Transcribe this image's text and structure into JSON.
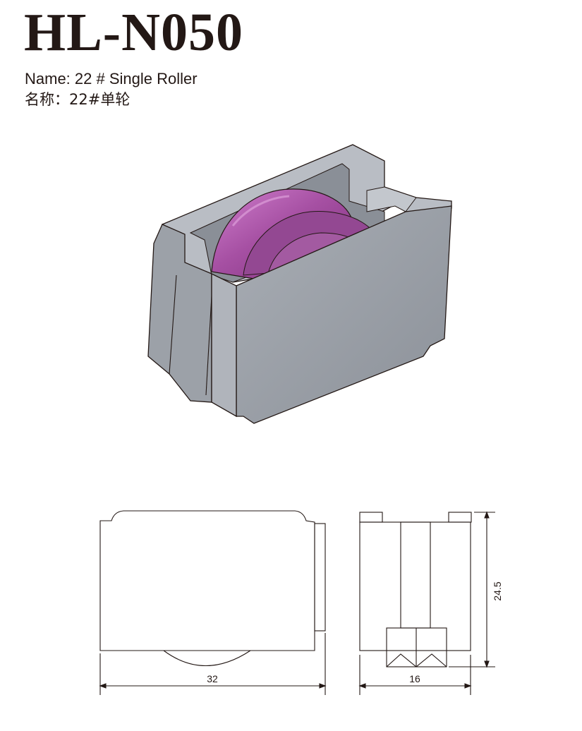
{
  "header": {
    "model": "HL-N050",
    "name_en": "Name: 22 # Single Roller",
    "name_cn": "名称：22#单轮"
  },
  "dimensions": {
    "length": "32",
    "width": "16",
    "height": "24.5"
  },
  "colors": {
    "housing": "#979ca4",
    "housing_light": "#c4c8ce",
    "wheel": "#8e3f8c",
    "wheel_highlight": "#c26cc0",
    "line": "#231815"
  }
}
